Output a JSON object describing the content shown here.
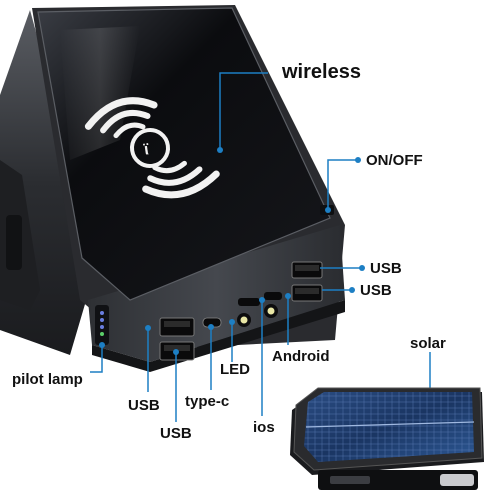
{
  "labels": {
    "wireless": "wireless",
    "on_off": "ON/OFF",
    "usb_right_1": "USB",
    "usb_right_2": "USB",
    "android": "Android",
    "ios": "ios",
    "led": "LED",
    "type_c": "type-c",
    "usb_bottom_1": "USB",
    "usb_bottom_2": "USB",
    "pilot_lamp": "pilot lamp",
    "solar": "solar"
  },
  "colors": {
    "leader_line": "#1d7fc4",
    "body_dark": "#1b1c1f",
    "glass": "#08090b",
    "panel_blue": "#1f3f6e"
  },
  "icons": [
    "wireless-charging-icon",
    "wifi-wave-icon"
  ]
}
